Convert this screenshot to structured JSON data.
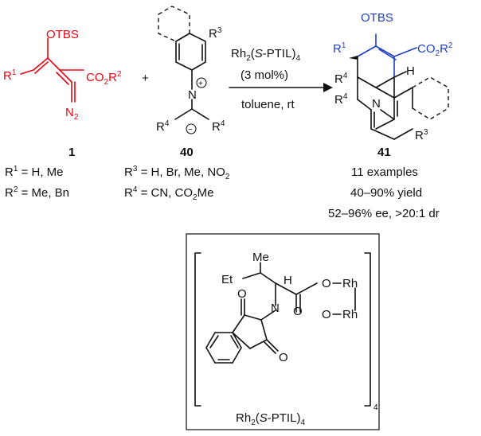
{
  "compound1": {
    "otbs": "OTBS",
    "r1": "R",
    "r1_sup": "1",
    "co2r2": "CO",
    "co2r2_sub": "2",
    "co2r2_tail": "R",
    "co2r2_sup": "2",
    "n2": "N",
    "n2_sub": "2",
    "number": "1",
    "sub_r1": "R",
    "sub_r1_sup": "1",
    "sub_r1_vals": " = H, Me",
    "sub_r2": "R",
    "sub_r2_sup": "2",
    "sub_r2_vals": " = Me, Bn"
  },
  "plus": "+",
  "compound40": {
    "r3": "R",
    "r3_sup": "3",
    "n": "N",
    "plus_charge": "+",
    "minus_charge": "−",
    "r4_left": "R",
    "r4_left_sup": "4",
    "r4_right": "R",
    "r4_right_sup": "4",
    "number": "40",
    "sub_r3": "R",
    "sub_r3_sup": "3",
    "sub_r3_vals": " = H, Br, Me, NO",
    "sub_r3_sub": "2",
    "sub_r4": "R",
    "sub_r4_sup": "4",
    "sub_r4_vals": " = CN, CO",
    "sub_r4_sub": "2",
    "sub_r4_tail": "Me"
  },
  "conditions": {
    "catalyst": "Rh",
    "catalyst_sub": "2",
    "catalyst_rest": "(",
    "catalyst_s": "S",
    "catalyst_tail": "-PTIL)",
    "catalyst_sub2": "4",
    "loading": "(3 mol%)",
    "solvent": "toluene, rt"
  },
  "compound41": {
    "otbs": "OTBS",
    "r1": "R",
    "r1_sup": "1",
    "co2r2": "CO",
    "co2r2_sub": "2",
    "co2r2_tail": "R",
    "co2r2_sup": "2",
    "h": "H",
    "r4a": "R",
    "r4a_sup": "4",
    "r4b": "R",
    "r4b_sup": "4",
    "n": "N",
    "r3": "R",
    "r3_sup": "3",
    "number": "41",
    "examples": "11 examples",
    "yield": "40–90% yield",
    "ee_dr": "52–96% ee, >20:1 dr"
  },
  "catalyst_box": {
    "me": "Me",
    "et": "Et",
    "h": "H",
    "o1": "O",
    "rh1": "Rh",
    "o2": "O",
    "o3": "O",
    "rh2": "Rh",
    "o_top": "O",
    "o_bottom": "O",
    "n": "N",
    "subscript": "4",
    "label_rh": "Rh",
    "label_sub": "2",
    "label_open": "(",
    "label_s": "S",
    "label_tail": "-PTIL)",
    "label_sub2": "4"
  }
}
